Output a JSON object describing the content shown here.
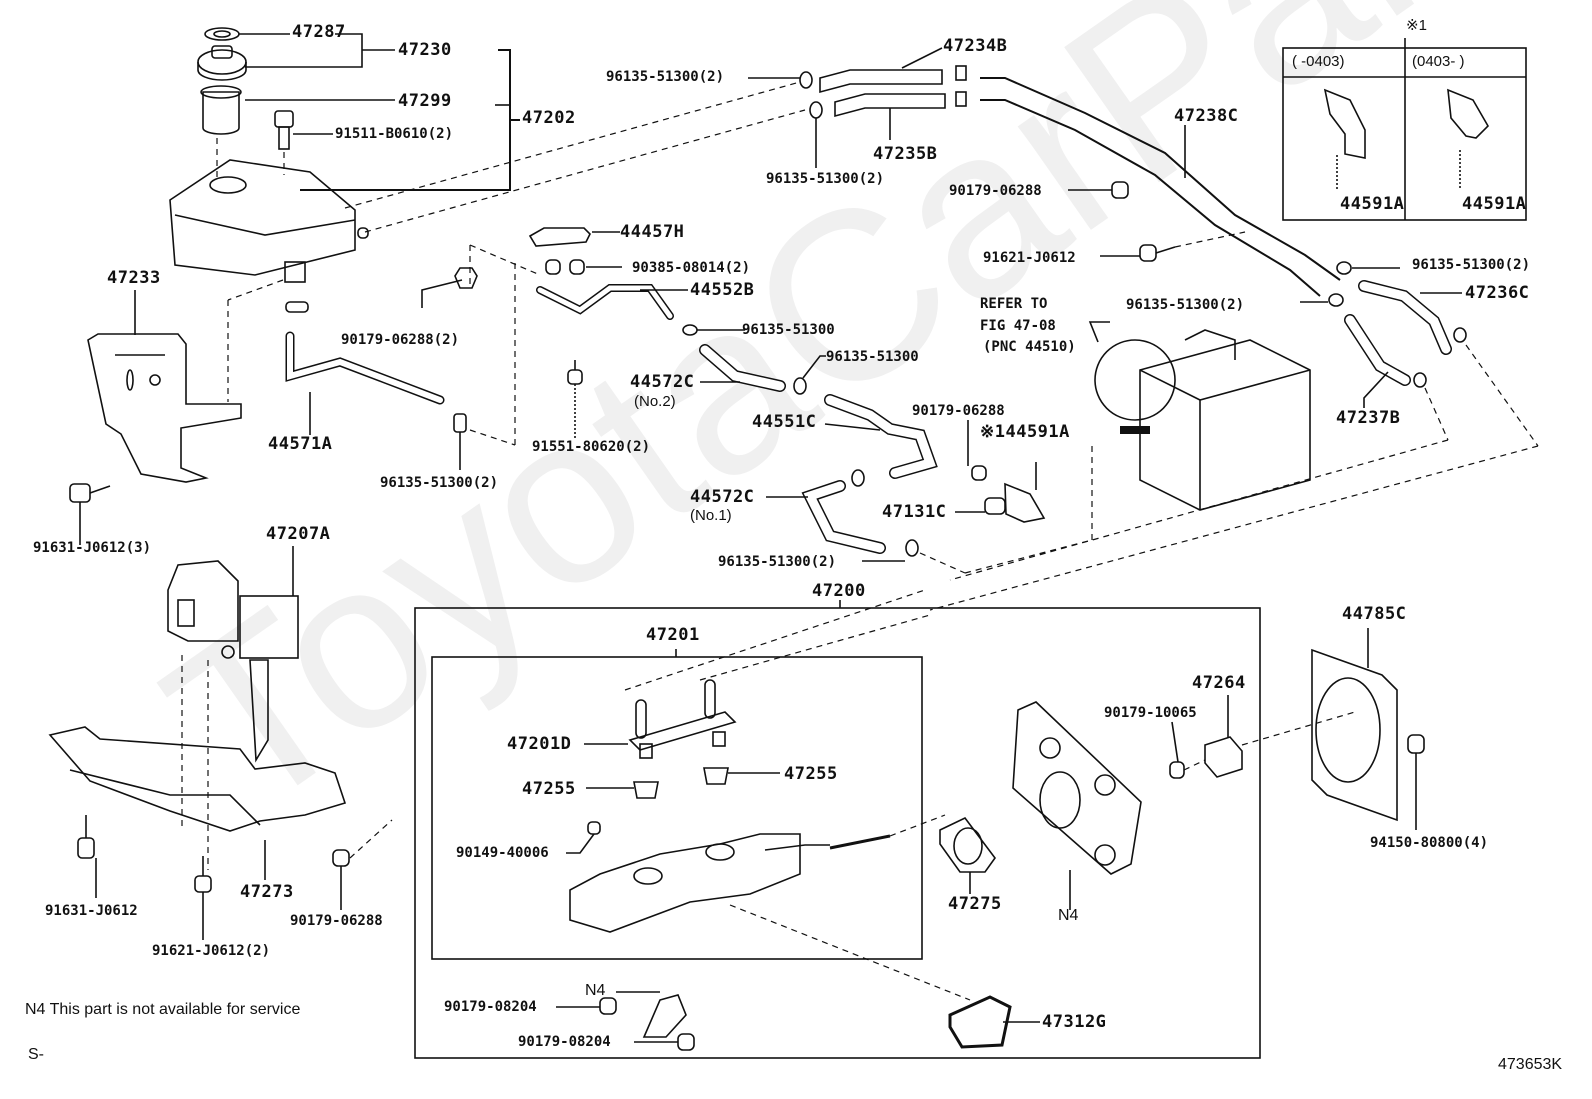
{
  "watermark": "ToyotaCarPart",
  "figure_id": "473653K",
  "footnote": "N4 This part is not available for service",
  "series_prefix": "S-",
  "refer_note": {
    "line1": "REFER TO",
    "line2": "FIG 47-08",
    "line3": "(PNC 44510)"
  },
  "inset": {
    "marker": "※1",
    "col1_header": "(   -0403)",
    "col2_header": "(0403-    )",
    "col1_part": "44591A",
    "col2_part": "44591A"
  },
  "labels": {
    "p47287": "47287",
    "p47230": "47230",
    "p47299": "47299",
    "p47202": "47202",
    "p91511": "91511-B0610(2)",
    "p47233": "47233",
    "p91631_3": "91631-J0612(3)",
    "p44571A": "44571A",
    "p90179_2": "90179-06288(2)",
    "p96135_left": "96135-51300(2)",
    "p44457H": "44457H",
    "p90385": "90385-08014(2)",
    "p44552B": "44552B",
    "p91551": "91551-80620(2)",
    "p96135_a": "96135-51300",
    "p44572C_2": "44572C",
    "p44572C_2_sub": "(No.2)",
    "p96135_b": "96135-51300",
    "p44551C": "44551C",
    "p90179_mid": "90179-06288",
    "p144591A": "※144591A",
    "p44572C_1": "44572C",
    "p44572C_1_sub": "(No.1)",
    "p47131C": "47131C",
    "p96135_c": "96135-51300(2)",
    "p96135_top1": "96135-51300(2)",
    "p47234B": "47234B",
    "p47235B": "47235B",
    "p96135_top2": "96135-51300(2)",
    "p47238C": "47238C",
    "p90179_top": "90179-06288",
    "p91621_top": "91621-J0612",
    "p96135_r1": "96135-51300(2)",
    "p47236C": "47236C",
    "p96135_r2": "96135-51300(2)",
    "p47237B": "47237B",
    "p47207A": "47207A",
    "p47273": "47273",
    "p91631": "91631-J0612",
    "p91621_2": "91621-J0612(2)",
    "p90179_bl": "90179-06288",
    "p47200": "47200",
    "p47201": "47201",
    "p47201D": "47201D",
    "p47255_l": "47255",
    "p47255_r": "47255",
    "p90149": "90149-40006",
    "pN4_a": "N4",
    "p90179_08204_a": "90179-08204",
    "p90179_08204_b": "90179-08204",
    "p47312G": "47312G",
    "p47275": "47275",
    "pN4_b": "N4",
    "p90179_10065": "90179-10065",
    "p47264": "47264",
    "p44785C": "44785C",
    "p94150": "94150-80800(4)"
  }
}
